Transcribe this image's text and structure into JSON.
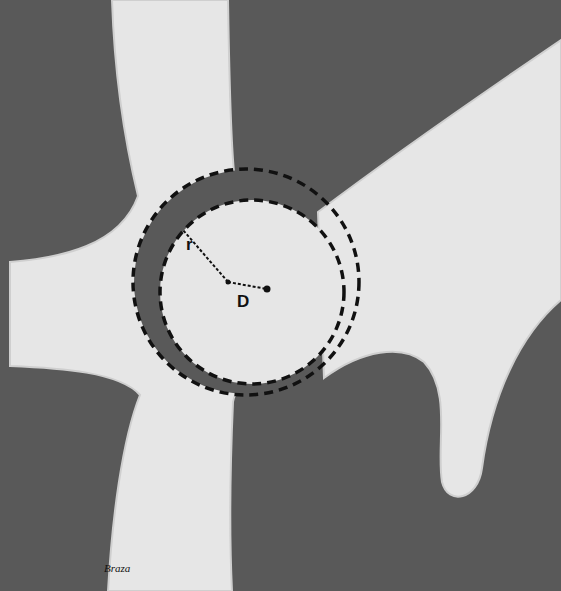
{
  "diagram": {
    "labels": [
      "r",
      "D",
      "Braza"
    ]
  }
}
